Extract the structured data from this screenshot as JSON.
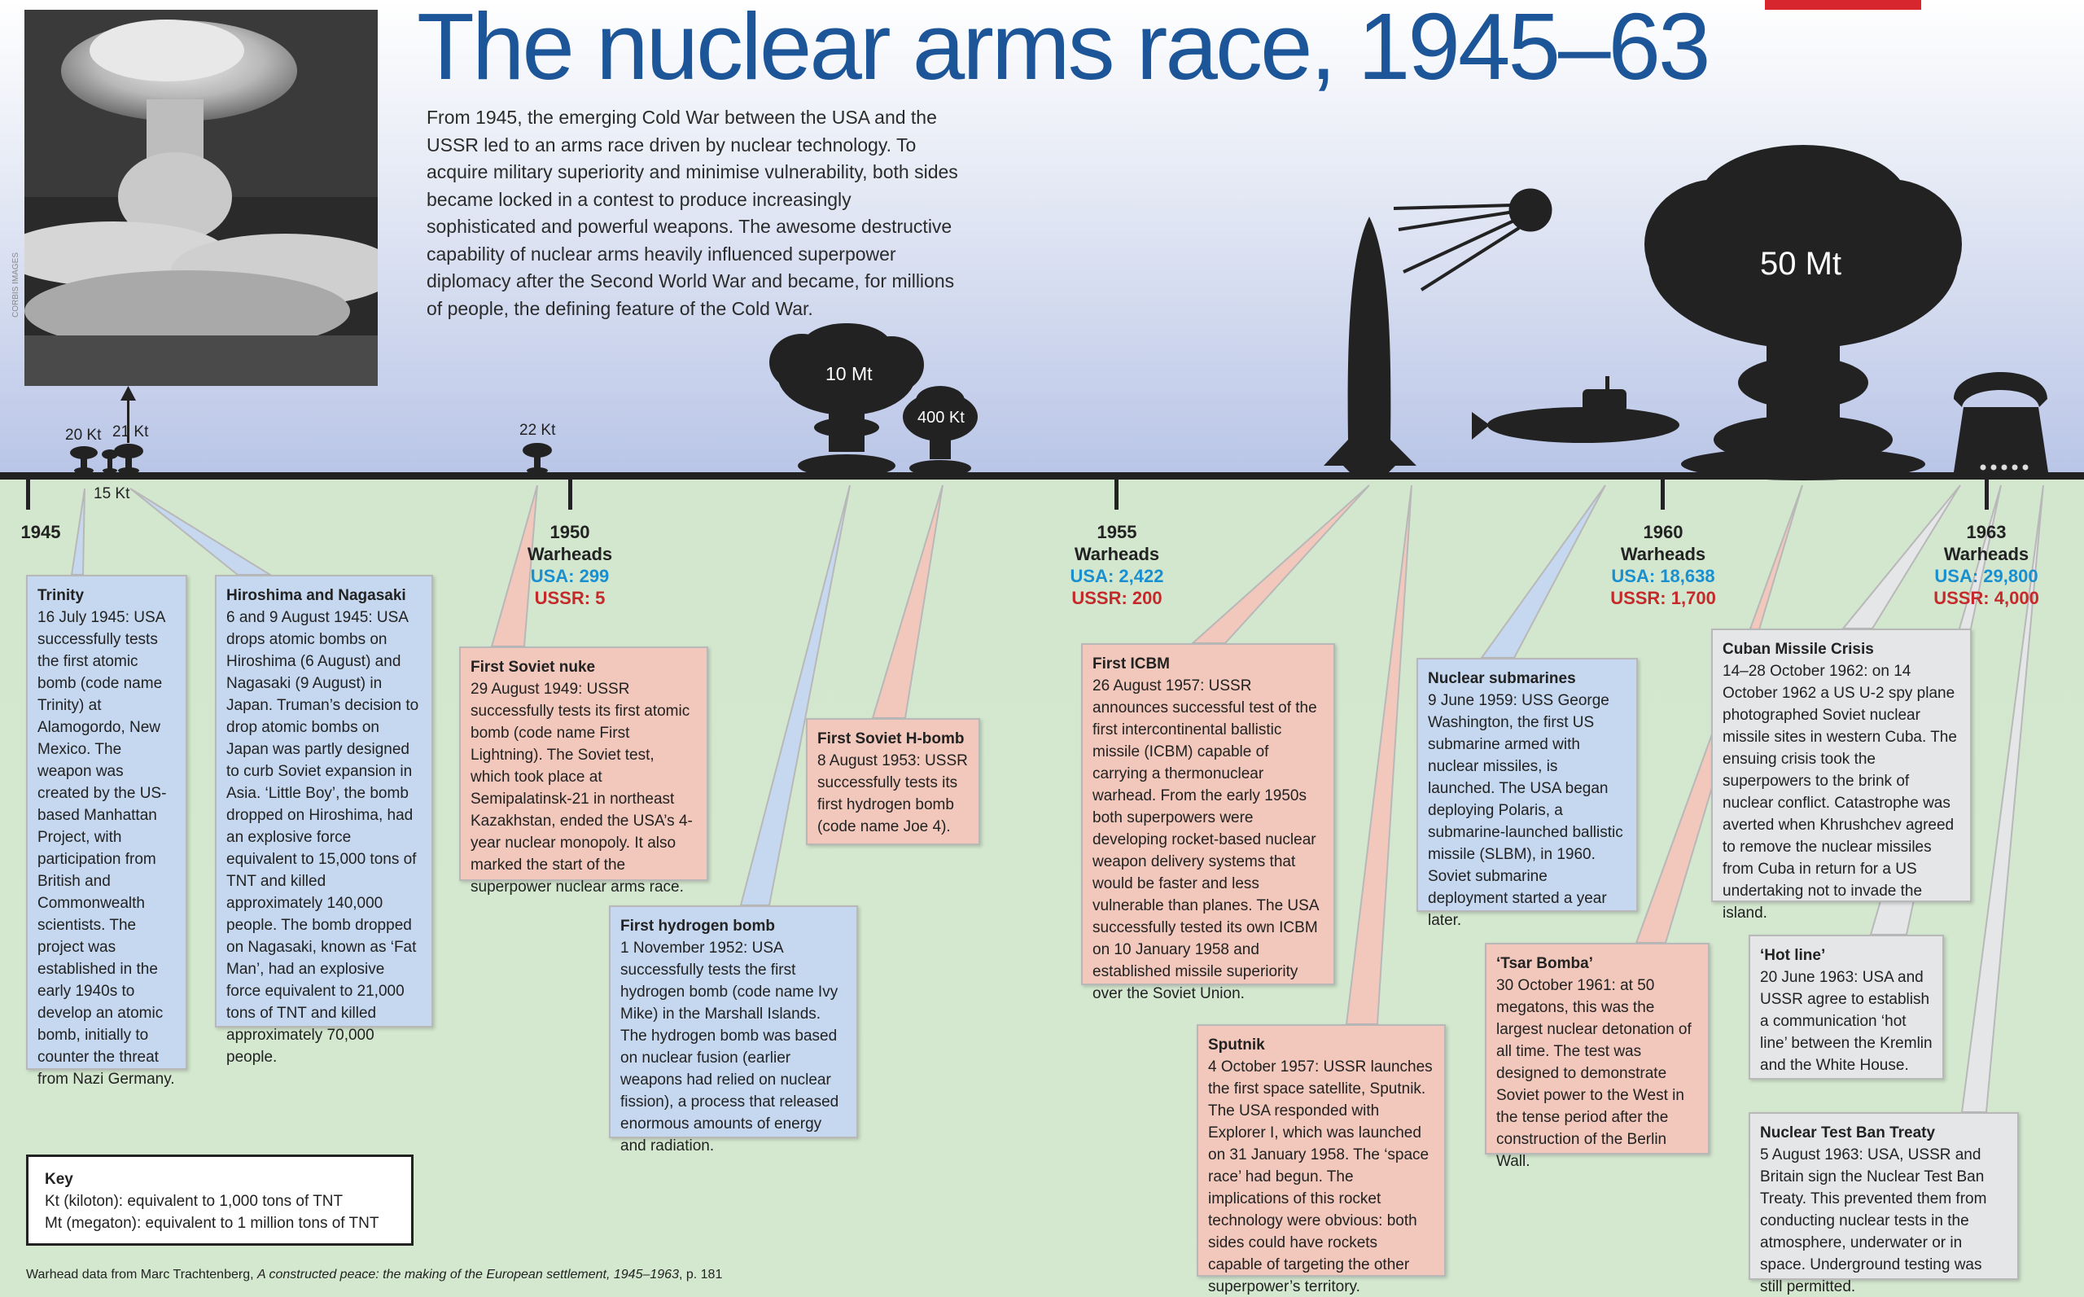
{
  "header": {
    "title": "The nuclear arms race, 1945–63",
    "intro": "From 1945, the emerging Cold War between the USA and the USSR led to an arms race driven by nuclear technology. To acquire military superiority and minimise vulnerability, both sides became locked in a contest to produce increasingly sophisticated and powerful weapons. The awesome destructive capability of nuclear arms heavily influenced superpower diplomacy after the Second World War and became, for millions of people, the defining feature of the Cold War.",
    "photo_credit": "CORBIS IMAGES"
  },
  "yields": {
    "y20": "20 Kt",
    "y21": "21 Kt",
    "y15": "15 Kt",
    "y22": "22 Kt",
    "y10mt": "10 Mt",
    "y400": "400 Kt",
    "y50mt": "50 Mt"
  },
  "timeline": {
    "y1945": {
      "year": "1945"
    },
    "y1950": {
      "year": "1950",
      "label": "Warheads",
      "usa": "USA: 299",
      "ussr": "USSR: 5"
    },
    "y1955": {
      "year": "1955",
      "label": "Warheads",
      "usa": "USA: 2,422",
      "ussr": "USSR: 200"
    },
    "y1960": {
      "year": "1960",
      "label": "Warheads",
      "usa": "USA: 18,638",
      "ussr": "USSR: 1,700"
    },
    "y1963": {
      "year": "1963",
      "label": "Warheads",
      "usa": "USA: 29,800",
      "ussr": "USSR: 4,000"
    }
  },
  "events": {
    "trinity": {
      "title": "Trinity",
      "body": "16 July 1945: USA successfully tests the first atomic bomb (code name Trinity) at Alamogordo, New Mexico. The weapon was created by the US-based Manhattan Project, with participation from British and Commonwealth scientists. The project was established in the early 1940s to develop an atomic bomb, initially to counter the threat from Nazi Germany."
    },
    "hiroshima": {
      "title": "Hiroshima and Nagasaki",
      "body": "6 and 9 August 1945: USA drops atomic bombs on Hiroshima (6 August) and Nagasaki (9 August) in Japan. Truman’s decision to drop atomic bombs on Japan was partly designed to curb Soviet expansion in Asia. ‘Little Boy’, the bomb dropped on Hiroshima, had an explosive force equivalent to 15,000 tons of TNT and killed approximately 140,000 people. The bomb dropped on Nagasaki, known as ‘Fat Man’, had an explosive force equivalent to 21,000 tons of TNT and killed approximately 70,000 people."
    },
    "soviet_nuke": {
      "title": "First Soviet nuke",
      "body": "29 August 1949: USSR successfully tests its first atomic bomb (code name First Lightning). The Soviet test, which took place at Semipalatinsk-21 in northeast Kazakhstan, ended the USA’s 4-year nuclear monopoly. It also marked the start of the superpower nuclear arms race."
    },
    "hydrogen": {
      "title": "First hydrogen bomb",
      "body": "1 November 1952: USA successfully tests the first hydrogen bomb (code name Ivy Mike) in the Marshall Islands. The hydrogen bomb was based on nuclear fusion (earlier weapons had relied on nuclear fission), a process that released enormous amounts of energy and radiation."
    },
    "soviet_hbomb": {
      "title": "First Soviet H-bomb",
      "body": "8 August 1953: USSR successfully tests its first hydrogen bomb (code name Joe 4)."
    },
    "icbm": {
      "title": "First ICBM",
      "body": "26 August 1957: USSR announces successful test of the first intercontinental ballistic missile (ICBM) capable of carrying a thermonuclear warhead. From the early 1950s both superpowers were developing rocket-based nuclear weapon delivery systems that would be faster and less vulnerable than planes. The USA successfully tested its own ICBM on 10 January 1958 and established missile superiority over the Soviet Union."
    },
    "sputnik": {
      "title": "Sputnik",
      "body": "4 October 1957: USSR launches the first space satellite, Sputnik. The USA responded with Explorer I, which was launched on 31 January 1958. The ‘space race’ had begun. The implications of this rocket technology were obvious: both sides could have rockets capable of targeting the other superpower’s territory."
    },
    "submarines": {
      "title": "Nuclear submarines",
      "body": "9 June 1959: USS George Washington, the first US submarine armed with nuclear missiles, is launched. The USA began deploying Polaris, a submarine-launched ballistic missile (SLBM), in 1960. Soviet submarine deployment started a year later."
    },
    "tsar": {
      "title": "‘Tsar Bomba’",
      "body": "30 October 1961: at 50 megatons, this was the largest nuclear detonation of all time. The test was designed to demonstrate Soviet power to the West in the tense period after the construction of the Berlin Wall."
    },
    "cuban": {
      "title": "Cuban Missile Crisis",
      "body": "14–28 October 1962: on 14 October 1962 a US U-2 spy plane photographed Soviet nuclear missile sites in western Cuba. The ensuing crisis took the superpowers to the brink of nuclear conflict. Catastrophe was averted when Khrushchev agreed to remove the nuclear missiles from Cuba in return for a US undertaking not to invade the island."
    },
    "hotline": {
      "title": "‘Hot line’",
      "body": "20 June 1963: USA and USSR agree to establish a communication ‘hot line’ between the Kremlin and the White House."
    },
    "testban": {
      "title": "Nuclear Test Ban Treaty",
      "body": "5 August 1963: USA, USSR and Britain sign the Nuclear Test Ban Treaty. This prevented them from conducting nuclear tests in the atmosphere, underwater or in space. Underground testing was still permitted."
    }
  },
  "key": {
    "title": "Key",
    "kt": "Kt (kiloton): equivalent to 1,000 tons of TNT",
    "mt": "Mt (megaton): equivalent to 1 million tons of TNT"
  },
  "source": {
    "prefix": "Warhead data from Marc Trachtenberg, ",
    "book": "A constructed peace: the making of the European settlement, 1945–1963",
    "suffix": ", p. 181"
  },
  "colors": {
    "title_blue": "#1d5599",
    "usa_blue": "#1a8fd0",
    "ussr_red": "#c52a2a",
    "box_blue": "#c6d8ef",
    "box_pink": "#f1c8bb",
    "box_grey": "#e5e6e7",
    "accent_red": "#d8262f"
  },
  "icons": [
    "mushroom-cloud-icon",
    "rocket-icon",
    "sputnik-satellite-icon",
    "submarine-icon",
    "telephone-icon",
    "arrow-up-icon"
  ]
}
